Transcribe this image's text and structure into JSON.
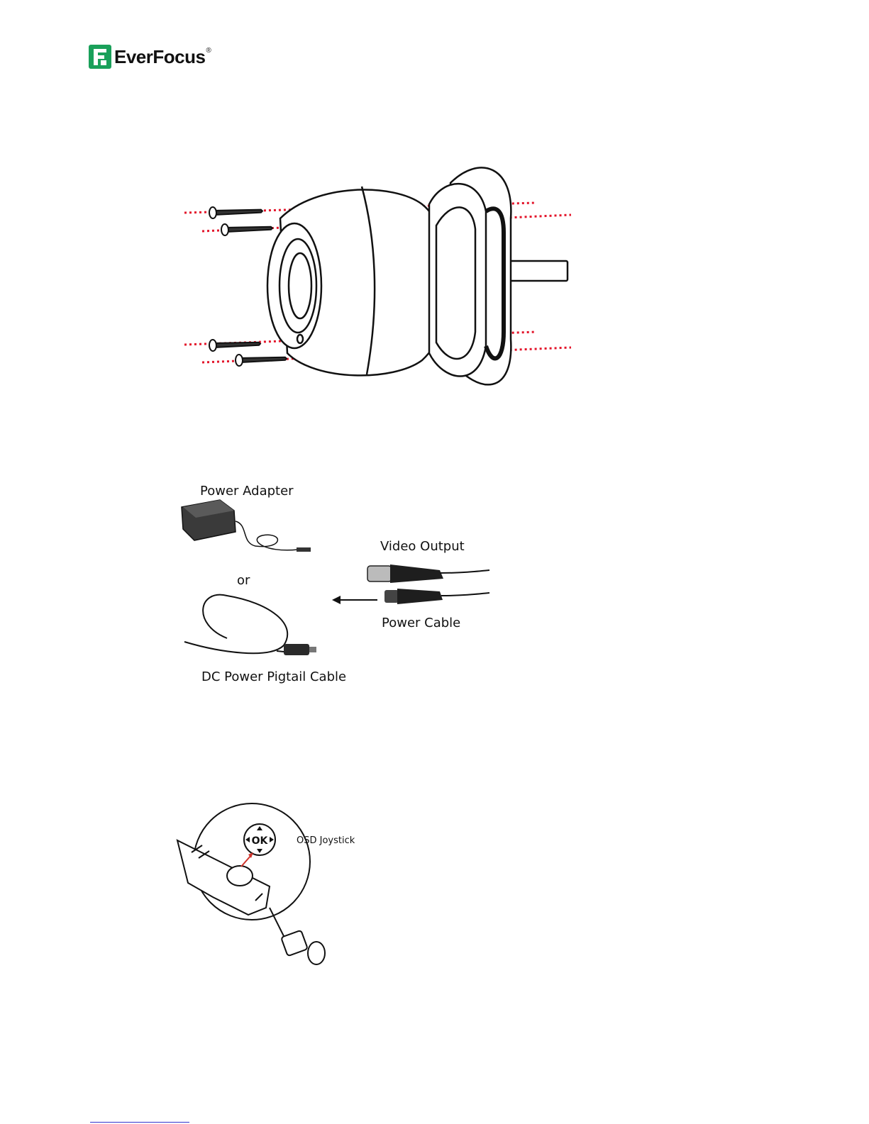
{
  "brand": {
    "name": "EverFocus",
    "registered": "®",
    "color": "#1aa05a"
  },
  "figure_cables": {
    "power_adapter": "Power Adapter",
    "or": "or",
    "pigtail": "DC Power Pigtail Cable",
    "video_output": "Video Output",
    "power_cable": "Power Cable"
  },
  "figure_joystick": {
    "label": "OSD Joystick",
    "ok": "OK"
  },
  "icons": [
    "arrow-left-icon",
    "joystick-icon"
  ],
  "colors": {
    "dashed_guides": "#e3142a",
    "ink": "#111111"
  }
}
